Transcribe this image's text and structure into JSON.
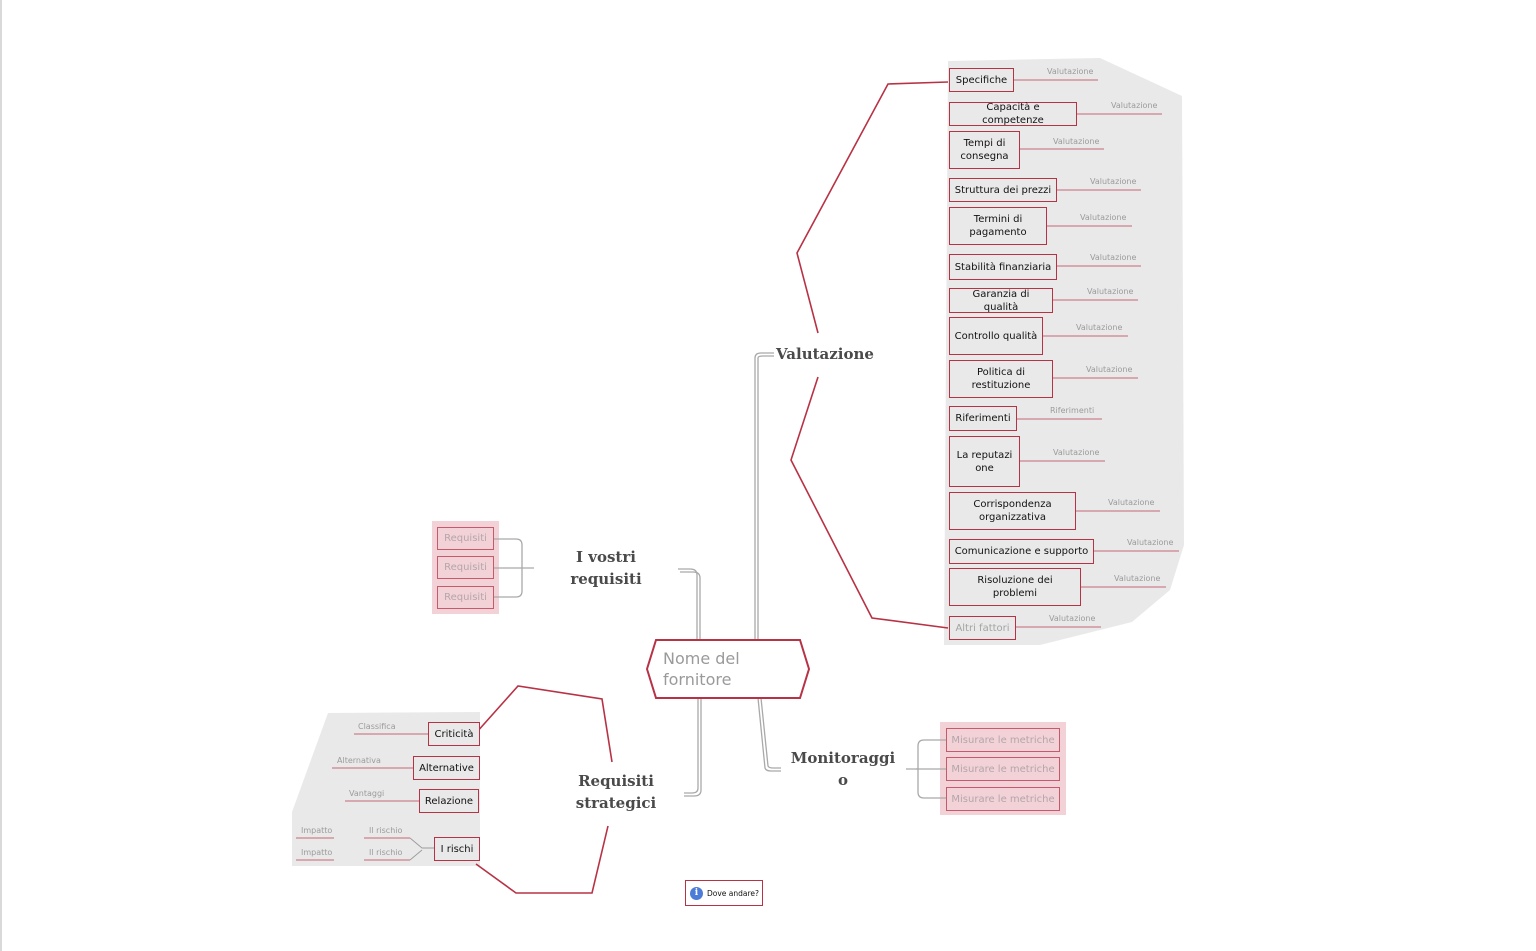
{
  "root": {
    "label": "Nome del fornitore"
  },
  "branches": {
    "valutazione": "Valutazione",
    "requisiti": "I vostri requisiti",
    "strategici": "Requisiti strategici",
    "monitoraggio": "Monitoraggio"
  },
  "valutazione_items": [
    {
      "label": "Specifiche",
      "tag": "Valutazione"
    },
    {
      "label": "Capacità e competenze",
      "tag": "Valutazione"
    },
    {
      "label": "Tempi di consegna",
      "tag": "Valutazione"
    },
    {
      "label": "Struttura dei prezzi",
      "tag": "Valutazione"
    },
    {
      "label": "Termini di pagamento",
      "tag": "Valutazione"
    },
    {
      "label": "Stabilità finanziaria",
      "tag": "Valutazione"
    },
    {
      "label": "Garanzia di qualità",
      "tag": "Valutazione"
    },
    {
      "label": "Controllo qualità",
      "tag": "Valutazione"
    },
    {
      "label": "Politica di restituzione",
      "tag": "Valutazione"
    },
    {
      "label": "Riferimenti",
      "tag": "Riferimenti"
    },
    {
      "label": "La reputazione",
      "tag": "Valutazione"
    },
    {
      "label": "Corrispondenza organizzativa",
      "tag": "Valutazione"
    },
    {
      "label": "Comunicazione e supporto",
      "tag": "Valutazione"
    },
    {
      "label": "Risoluzione dei problemi",
      "tag": "Valutazione"
    },
    {
      "label": "Altri fattori",
      "tag": "Valutazione"
    }
  ],
  "requisiti_items": [
    "Requisiti",
    "Requisiti",
    "Requisiti"
  ],
  "monitoraggio_items": [
    "Misurare le metriche",
    "Misurare le metriche",
    "Misurare le metriche"
  ],
  "strategici_items": [
    {
      "label": "Criticità",
      "tag": "Classifica"
    },
    {
      "label": "Alternative",
      "tag": "Alternativa"
    },
    {
      "label": "Relazione",
      "tag": "Vantaggi"
    },
    {
      "label": "I rischi",
      "tags": [
        "Impatto",
        "Il rischio",
        "Impatto",
        "Il rischio"
      ]
    }
  ],
  "help": {
    "label": "Dove andare?",
    "icon": "info-icon"
  },
  "colors": {
    "accent": "#b83245",
    "panel": "#e9e9ea",
    "pink": "#f2d2d7"
  }
}
